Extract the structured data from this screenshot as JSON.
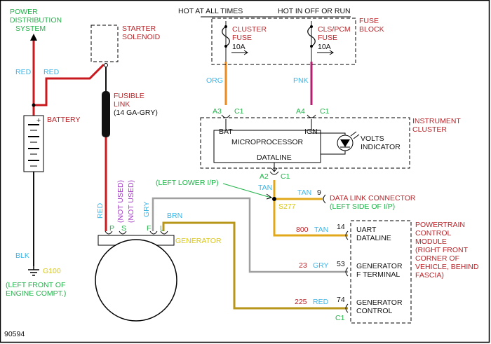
{
  "labels": {
    "power_distribution": [
      "POWER",
      "DISTRIBUTION",
      "SYSTEM"
    ],
    "starter_solenoid": [
      "STARTER",
      "SOLENOID"
    ],
    "hot_at_all_times": "HOT AT ALL TIMES",
    "hot_in_off_or_run": "HOT IN OFF OR RUN",
    "fuse_block": [
      "FUSE",
      "BLOCK"
    ],
    "cluster_fuse": [
      "CLUSTER",
      "FUSE",
      "10A"
    ],
    "cls_pcm_fuse": [
      "CLS/PCM",
      "FUSE",
      "10A"
    ],
    "battery": "BATTERY",
    "fusible_link": [
      "FUSIBLE",
      "LINK",
      "(14 GA-GRY)"
    ],
    "instrument_cluster": [
      "INSTRUMENT",
      "CLUSTER"
    ],
    "microprocessor": "MICROPROCESSOR",
    "dataline": "DATALINE",
    "volts_indicator": [
      "VOLTS",
      "INDICATOR"
    ],
    "left_lower_ip": "(LEFT LOWER I/P)",
    "s277": "S277",
    "data_link_connector": [
      "DATA LINK CONNECTOR",
      "(LEFT SIDE OF I/P)"
    ],
    "generator": "GENERATOR",
    "not_used": [
      "(NOT USED)",
      "(NOT USED)"
    ],
    "pcm": [
      "POWERTRAIN",
      "CONTROL",
      "MODULE",
      "(RIGHT FRONT",
      "CORNER OF",
      "VEHICLE, BEHIND",
      "FASCIA)"
    ],
    "uart_dataline": [
      "UART",
      "DATALINE"
    ],
    "generator_f_terminal": [
      "GENERATOR",
      "F TERMINAL"
    ],
    "generator_control": [
      "GENERATOR",
      "CONTROL"
    ],
    "g100": "G100",
    "g100_location": [
      "(LEFT FRONT OF",
      "ENGINE COMPT.)"
    ],
    "figure_id": "90594"
  },
  "wires": {
    "red_1": "RED",
    "red_2": "RED",
    "red_gen": "RED",
    "blk": "BLK",
    "org": "ORG",
    "pnk": "PNK",
    "gry": "GRY",
    "brn": "BRN",
    "tan_1": "TAN",
    "tan_2": "TAN",
    "tan_pcm": "TAN",
    "gry_pcm": "GRY",
    "red_pcm": "RED"
  },
  "connectors": {
    "a3": "A3",
    "c1_a3": "C1",
    "a4": "A4",
    "c1_a4": "C1",
    "bat": "BAT",
    "ign": "IGN",
    "a2": "A2",
    "c1_a2": "C1",
    "dlc_pin": "9",
    "pcm_pin_14": "14",
    "pcm_pin_53": "53",
    "pcm_pin_74": "74",
    "c1_pcm": "C1",
    "circuit_800": "800",
    "circuit_23": "23",
    "circuit_225": "225",
    "gen_p": "P",
    "gen_s": "S",
    "gen_f": "F",
    "gen_l": "L"
  },
  "colors": {
    "red_wire": "#c8191e",
    "orange_wire": "#f08a1c",
    "pink_wire": "#b0206e",
    "tan_wire": "#e0a81a",
    "gray_wire": "#a0a0a0",
    "brown_wire": "#b8961a",
    "black_wire": "#111111",
    "label_red": "#b8262b",
    "label_green": "#22b24a",
    "label_cyan": "#38b6e8",
    "label_yellow": "#d8c61c",
    "label_purple": "#a63cc8"
  }
}
